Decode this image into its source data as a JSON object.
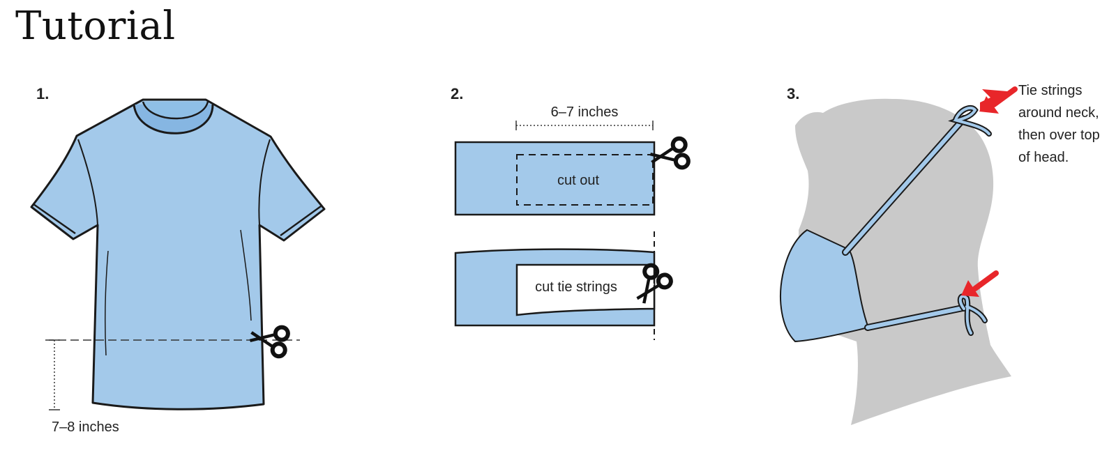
{
  "page": {
    "title": "Tutorial"
  },
  "steps": [
    {
      "number": "1.",
      "measure_label": "7–8 inches"
    },
    {
      "number": "2.",
      "measure_label": "6–7 inches",
      "cut_out_label": "cut out",
      "tie_strings_label": "cut tie strings"
    },
    {
      "number": "3.",
      "note_lines": [
        "Tie strings",
        "around neck,",
        "then over top",
        "of head."
      ]
    }
  ],
  "colors": {
    "fabric": "#a3c9ea",
    "fabric_dark": "#86b6e2",
    "outline": "#1a1a1a",
    "silhouette": "#c9c9c9",
    "arrow": "#e8262a"
  },
  "icons": [
    "scissors-icon",
    "arrow-icon"
  ]
}
